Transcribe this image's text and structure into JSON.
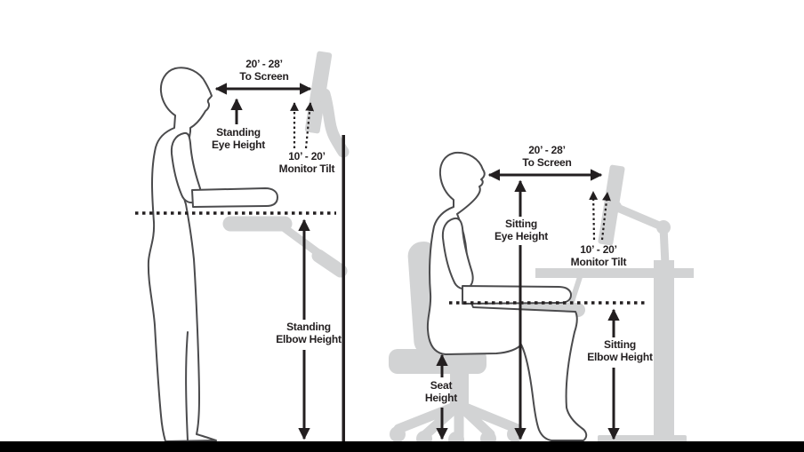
{
  "colors": {
    "ink": "#231f20",
    "outline": "#4b4b4d",
    "gray": "#d2d3d4",
    "floor": "#000000",
    "bg": "#ffffff"
  },
  "standing": {
    "to_screen_label": "20’ - 28’\nTo Screen",
    "eye_height_label": "Standing\nEye Height",
    "monitor_tilt_label": "10’ - 20’\nMonitor Tilt",
    "elbow_height_label": "Standing\nElbow Height"
  },
  "sitting": {
    "to_screen_label": "20’ - 28’\nTo Screen",
    "eye_height_label": "Sitting\nEye Height",
    "monitor_tilt_label": "10’ - 20’\nMonitor Tilt",
    "elbow_height_label": "Sitting\nElbow Height",
    "seat_height_label": "Seat\nHeight"
  }
}
